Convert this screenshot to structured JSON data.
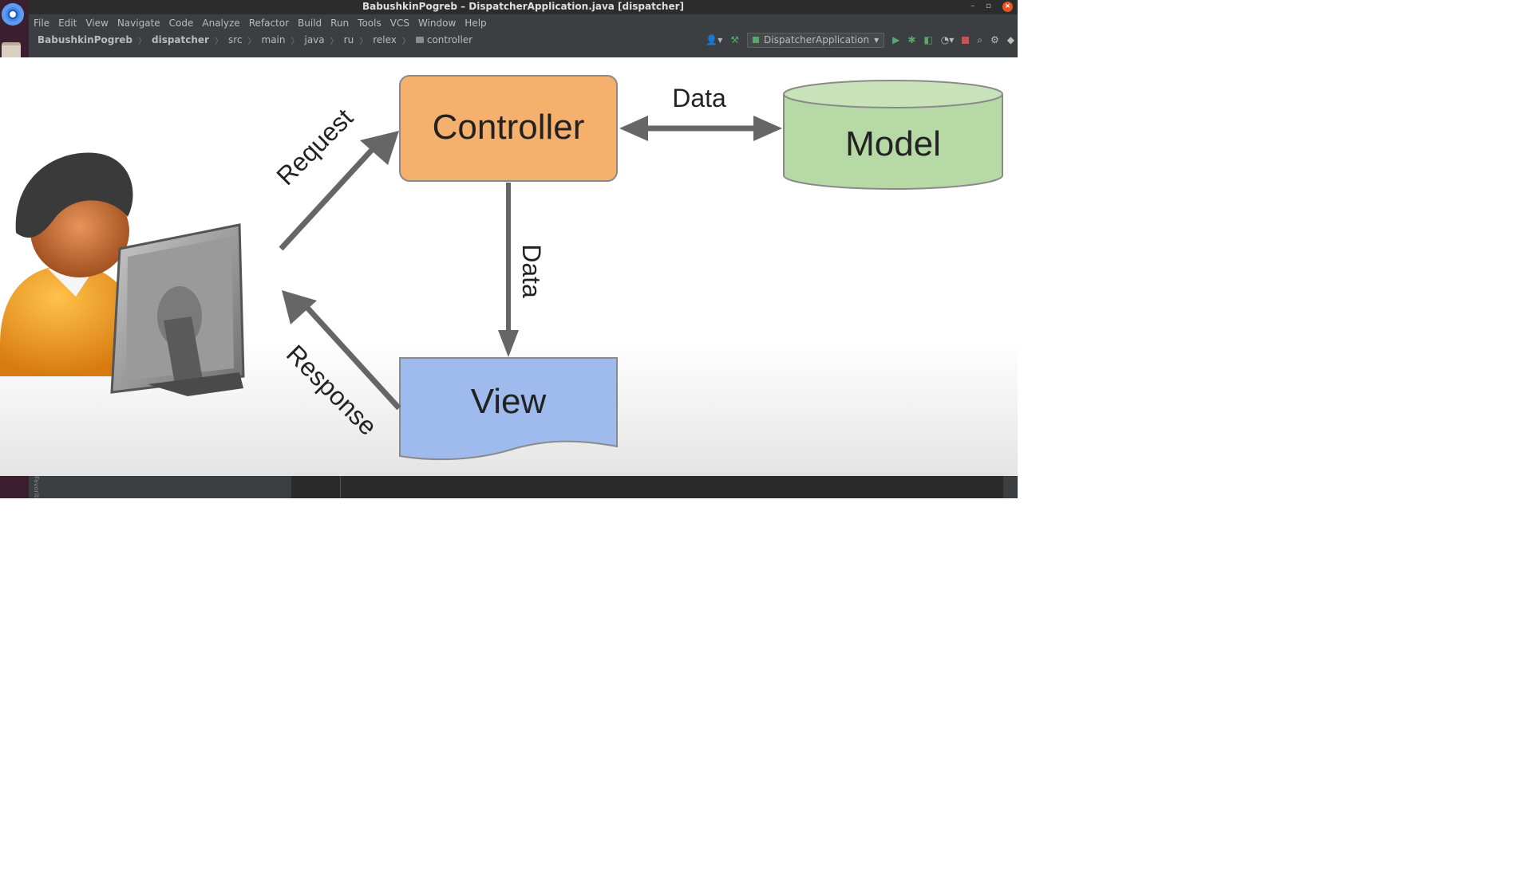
{
  "window": {
    "title": "BabushkinPogreb – DispatcherApplication.java [dispatcher]",
    "controls": [
      "–",
      "▫",
      "×"
    ]
  },
  "menu": [
    "File",
    "Edit",
    "View",
    "Navigate",
    "Code",
    "Analyze",
    "Refactor",
    "Build",
    "Run",
    "Tools",
    "VCS",
    "Window",
    "Help"
  ],
  "breadcrumb": {
    "project": "BabushkinPogreb",
    "module": "dispatcher",
    "path": [
      "src",
      "main",
      "java",
      "ru",
      "relex"
    ],
    "folder": "controller"
  },
  "run_config": {
    "label": "DispatcherApplication"
  },
  "sidebar_vertical_label": "Favorites",
  "diagram": {
    "controller": "Controller",
    "model": "Model",
    "view": "View",
    "arrow_data_horizontal": "Data",
    "arrow_data_vertical": "Data",
    "arrow_request": "Request",
    "arrow_response": "Response"
  },
  "colors": {
    "controller_fill": "#f4b06c",
    "model_fill": "#b7d9a6",
    "view_fill": "#9fbbee",
    "arrow": "#666666",
    "ide_bg": "#3c3f41",
    "dock_bg": "#3b1f2f"
  }
}
